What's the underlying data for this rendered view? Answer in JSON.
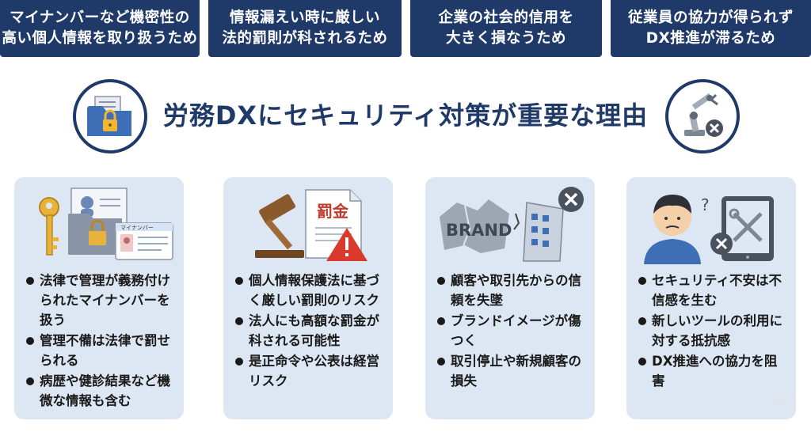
{
  "banners": [
    "マイナンバーなど機密性の\n高い個人情報を取り扱うため",
    "情報漏えい時に厳しい\n法的罰則が科されるため",
    "企業の社会的信用を\n大きく損なうため",
    "従業員の協力が得られず\nDX推進が滞るため"
  ],
  "title": "労務DXにセキュリティ対策が重要な理由",
  "cards": [
    {
      "card_label": "マイナンバー",
      "bullets": [
        "法律で管理が義務付けられたマイナンバーを扱う",
        "管理不備は法律で罰せられる",
        "病歴や健診結果など機微な情報も含む"
      ]
    },
    {
      "doc_label": "罰金",
      "bullets": [
        "個人情報保護法に基づく厳しい罰則のリスク",
        "法人にも高額な罰金が科される可能性",
        "是正命令や公表は経営リスク"
      ]
    },
    {
      "brand_label": "BRAND",
      "bullets": [
        "顧客や取引先からの信頼を失墜",
        "ブランドイメージが傷つく",
        "取引停止や新規顧客の損失"
      ]
    },
    {
      "question_mark": "?",
      "bullets": [
        "セキュリティ不安は不信感を生む",
        "新しいツールの利用に対する抵抗感",
        "DX推進への協力を阻害"
      ]
    }
  ],
  "colors": {
    "navy": "#1f3a68",
    "card_bg": "#dde6f3",
    "alert_red": "#d93a2b"
  }
}
